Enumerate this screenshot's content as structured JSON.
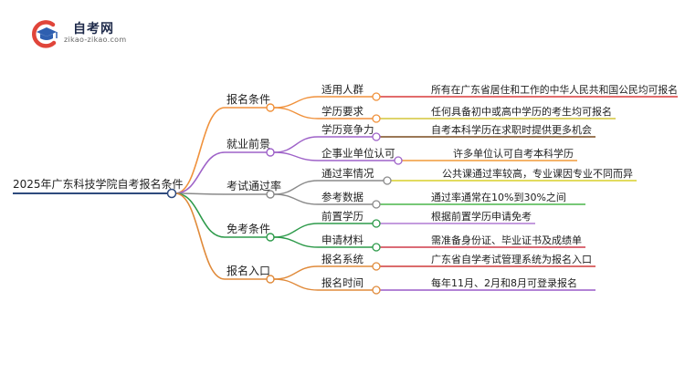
{
  "brand": {
    "title": "自考网",
    "subtitle": "zikao-zikao.com",
    "colors": {
      "circle": "#e0453a",
      "cap": "#2e5fb0",
      "text": "#1e2a4a"
    }
  },
  "root": {
    "label": "2025年广东科技学院自考报名条件",
    "underline_color": "#2e4a7d"
  },
  "branches": [
    {
      "label": "报名条件",
      "color": "#f0913b",
      "children": [
        {
          "label": "适用人群",
          "detail": "所有在广东省居住和工作的中华人民共和国公民均可报名",
          "color": "#d93a3a"
        },
        {
          "label": "学历要求",
          "detail": "任何具备初中或高中学历的考生均可报名",
          "color": "#d4c63a"
        }
      ]
    },
    {
      "label": "就业前景",
      "color": "#9e62c8",
      "children": [
        {
          "label": "学历竞争力",
          "detail": "自考本科学历在求职时提供更多机会",
          "color": "#7a4a1e"
        },
        {
          "label": "企事业单位认可",
          "detail": "许多单位认可自考本科学历",
          "color": "#f09a3a"
        }
      ]
    },
    {
      "label": "考试通过率",
      "color": "#8a8a8a",
      "children": [
        {
          "label": "通过率情况",
          "detail": "公共课通过率较高，专业课因专业不同而异",
          "color": "#d8cf2a"
        },
        {
          "label": "参考数据",
          "detail": "通过率通常在10%到30%之间",
          "color": "#4ab54a"
        }
      ]
    },
    {
      "label": "免考条件",
      "color": "#2d9a4a",
      "children": [
        {
          "label": "前置学历",
          "detail": "根据前置学历申请免考",
          "color": "#b07ad4"
        },
        {
          "label": "申请材料",
          "detail": "需准备身份证、毕业证书及成绩单",
          "color": "#cf3a4a"
        }
      ]
    },
    {
      "label": "报名入口",
      "color": "#e08a3a",
      "children": [
        {
          "label": "报名系统",
          "detail": "广东省自学考试管理系统为报名入口",
          "color": "#cf3a3a"
        },
        {
          "label": "报名时间",
          "detail": "每年11月、2月和8月可登录报名",
          "color": "#9a5ac8"
        }
      ]
    }
  ]
}
